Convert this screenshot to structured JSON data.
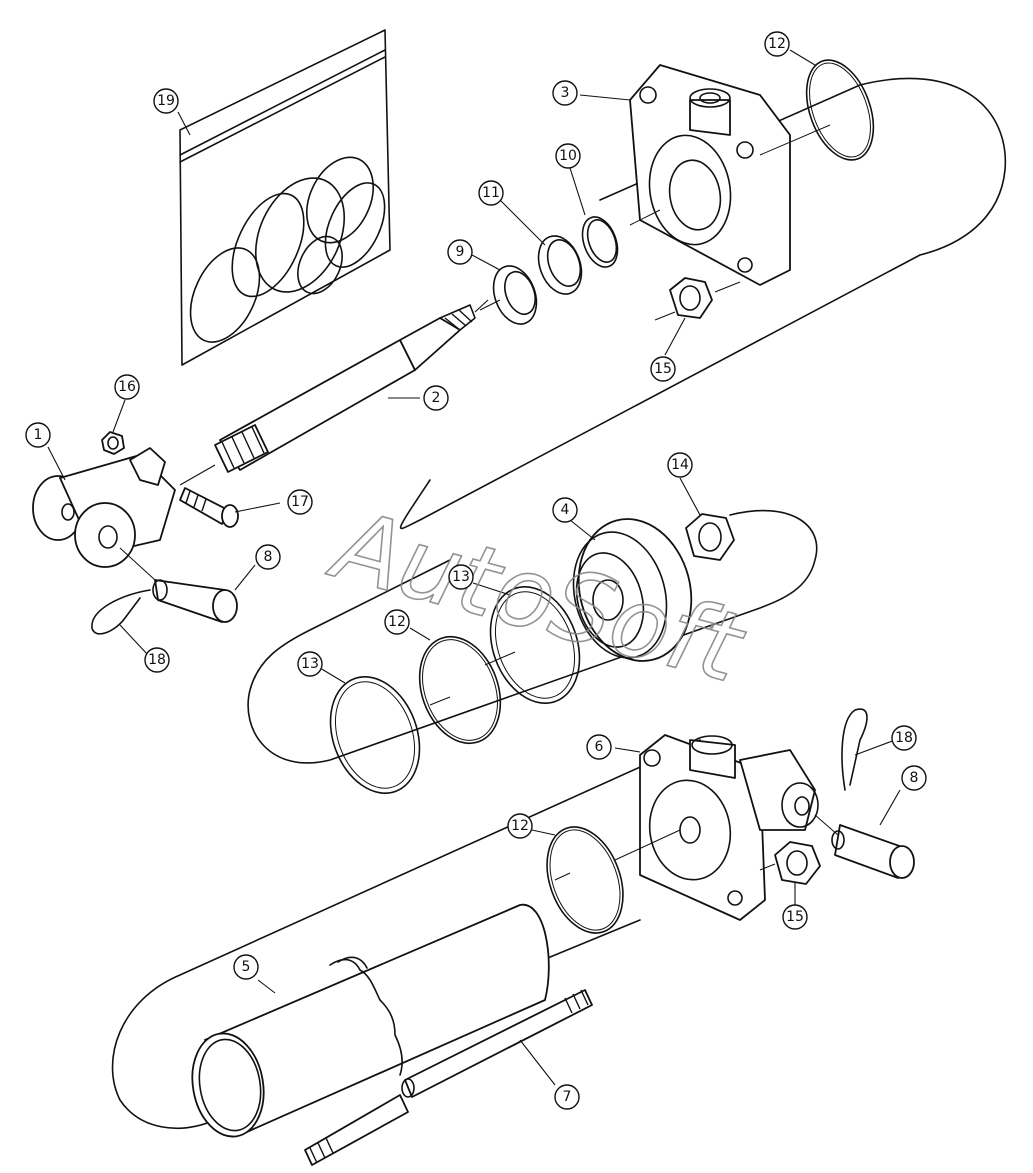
{
  "watermark": "AutoSoft",
  "callouts": [
    {
      "id": "c1",
      "label": "1"
    },
    {
      "id": "c2",
      "label": "2"
    },
    {
      "id": "c3",
      "label": "3"
    },
    {
      "id": "c4",
      "label": "4"
    },
    {
      "id": "c5",
      "label": "5"
    },
    {
      "id": "c6",
      "label": "6"
    },
    {
      "id": "c7",
      "label": "7"
    },
    {
      "id": "c8a",
      "label": "8"
    },
    {
      "id": "c8b",
      "label": "8"
    },
    {
      "id": "c9",
      "label": "9"
    },
    {
      "id": "c10",
      "label": "10"
    },
    {
      "id": "c11",
      "label": "11"
    },
    {
      "id": "c12a",
      "label": "12"
    },
    {
      "id": "c12b",
      "label": "12"
    },
    {
      "id": "c12c",
      "label": "12"
    },
    {
      "id": "c13a",
      "label": "13"
    },
    {
      "id": "c13b",
      "label": "13"
    },
    {
      "id": "c14",
      "label": "14"
    },
    {
      "id": "c15a",
      "label": "15"
    },
    {
      "id": "c15b",
      "label": "15"
    },
    {
      "id": "c16",
      "label": "16"
    },
    {
      "id": "c17",
      "label": "17"
    },
    {
      "id": "c18a",
      "label": "18"
    },
    {
      "id": "c18b",
      "label": "18"
    },
    {
      "id": "c19",
      "label": "19"
    }
  ]
}
